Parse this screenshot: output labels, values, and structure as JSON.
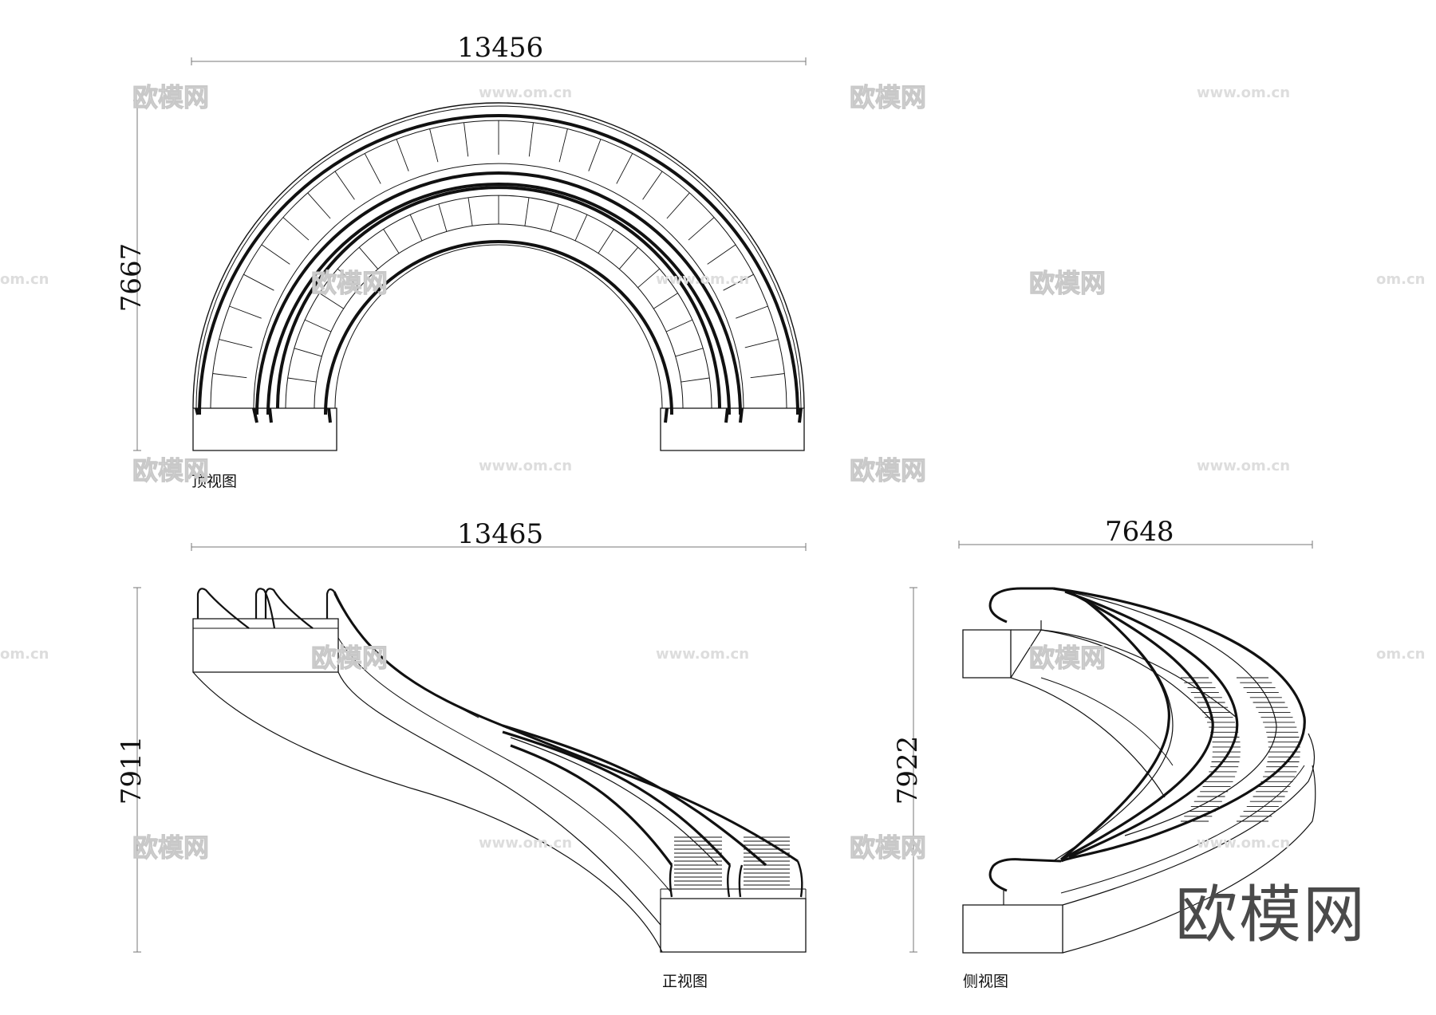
{
  "views": {
    "top": {
      "caption": "顶视图",
      "width_dim": "13456",
      "height_dim": "7667"
    },
    "front": {
      "caption": "正视图",
      "width_dim": "13465",
      "height_dim": "7911"
    },
    "side": {
      "caption": "侧视图",
      "width_dim": "7648",
      "height_dim": "7922"
    }
  },
  "watermark": {
    "logo_text": "欧模网",
    "url_text": "www.om.cn",
    "url_fragment": "om.cn",
    "big_logo_text": "欧模网"
  }
}
